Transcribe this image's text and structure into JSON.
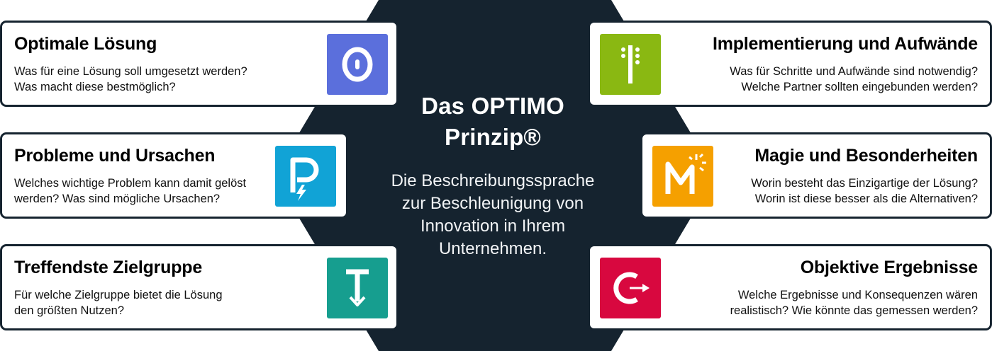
{
  "center": {
    "title_line1": "Das OPTIMO",
    "title_line2": "Prinzip®",
    "description_lines": [
      "Die Beschreibungssprache",
      "zur Beschleunigung von",
      "Innovation in Ihrem",
      "Unternehmen."
    ]
  },
  "cards": {
    "optimale": {
      "title": "Optimale Lösung",
      "line1": "Was für eine Lösung soll umgesetzt werden?",
      "line2": "Was macht diese bestmöglich?",
      "icon": "o-icon",
      "color": "#5b6fdc"
    },
    "probleme": {
      "title": "Probleme und Ursachen",
      "line1": "Welches wichtige Problem kann damit gelöst",
      "line2": "werden? Was sind mögliche Ursachen?",
      "icon": "p-lightning-icon",
      "color": "#11a3d6"
    },
    "zielgruppe": {
      "title": "Treffendste Zielgruppe",
      "line1": "Für welche Zielgruppe bietet die Lösung",
      "line2": "den größten Nutzen?",
      "icon": "t-arrow-icon",
      "color": "#169e8f"
    },
    "implementierung": {
      "title": "Implementierung und Aufwände",
      "line1": "Was für Schritte und Aufwände sind notwendig?",
      "line2": "Welche Partner sollten eingebunden werden?",
      "icon": "i-steps-icon",
      "color": "#8ab812"
    },
    "magie": {
      "title": "Magie und Besonderheiten",
      "line1": "Worin besteht das Einzigartige der Lösung?",
      "line2": "Worin ist diese besser als die Alternativen?",
      "icon": "m-sparkle-icon",
      "color": "#f5a000"
    },
    "objektive": {
      "title": "Objektive Ergebnisse",
      "line1": "Welche Ergebnisse und Konsequenzen wären",
      "line2": "realistisch? Wie könnte das gemessen werden?",
      "icon": "o-arrow-icon",
      "color": "#d8083f"
    }
  }
}
